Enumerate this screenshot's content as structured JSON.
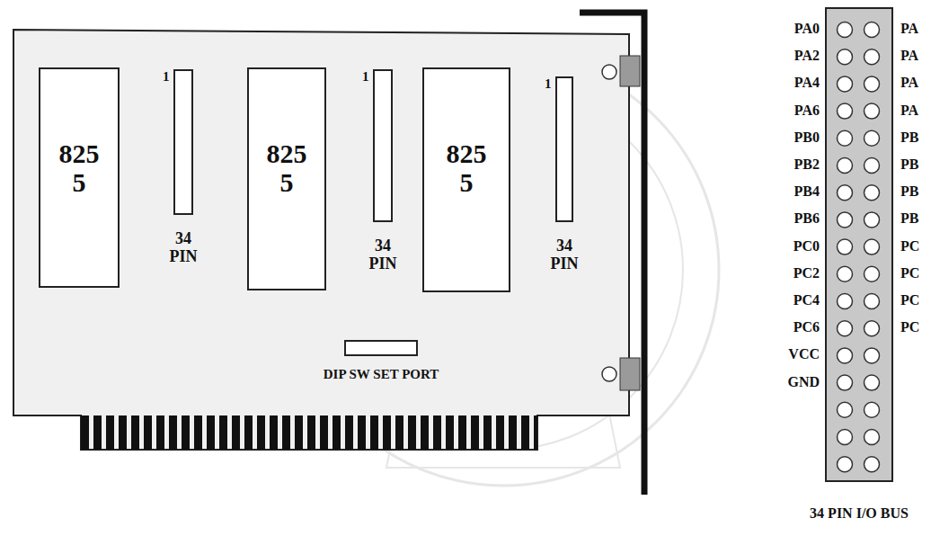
{
  "diagram": {
    "nodes": [
      {
        "text": [
          "825 5"
        ]
      },
      {
        "text": [
          "1",
          "34 PIN"
        ]
      },
      {
        "text": [
          "825 5"
        ]
      },
      {
        "text": [
          "1",
          "34 PIN"
        ]
      },
      {
        "text": [
          "825 5"
        ]
      },
      {
        "text": [
          "1",
          "34 PIN"
        ]
      },
      {
        "text": [
          "DIP SW SET PORT"
        ]
      },
      {
        "text": [
          "34 PIN I/O BUS"
        ]
      }
    ],
    "labels": [
      "PA0",
      "PA",
      "PA2",
      "PA",
      "PA4",
      "PA",
      "PA6",
      "PA",
      "PB0",
      "PB",
      "PB2",
      "PB",
      "PB4",
      "PB",
      "PB6",
      "PB",
      "PC0",
      "PC",
      "PC2",
      "PC",
      "PC4",
      "PC",
      "PC6",
      "PC",
      "VCC",
      "GND"
    ]
  }
}
